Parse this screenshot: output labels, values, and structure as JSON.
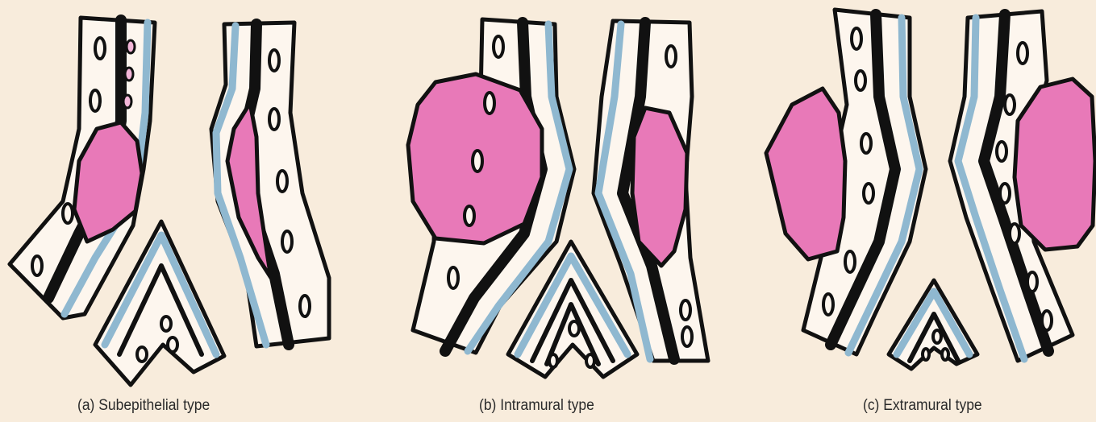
{
  "panels": [
    {
      "id": "a",
      "caption": "(a) Subepithelial type",
      "tumor_color": "#e879b8"
    },
    {
      "id": "b",
      "caption": "(b) Intramural type",
      "tumor_color": "#e879b8"
    },
    {
      "id": "c",
      "caption": "(c) Extramural type",
      "tumor_color": "#e879b8"
    }
  ],
  "colors": {
    "background": "#f8ecdc",
    "tumor": "#e879b8",
    "membrane": "#8fb8d0",
    "wall": "#fdf6ee"
  },
  "icons": [
    "bronchial-wall-illustration",
    "tumor-mass-illustration"
  ]
}
